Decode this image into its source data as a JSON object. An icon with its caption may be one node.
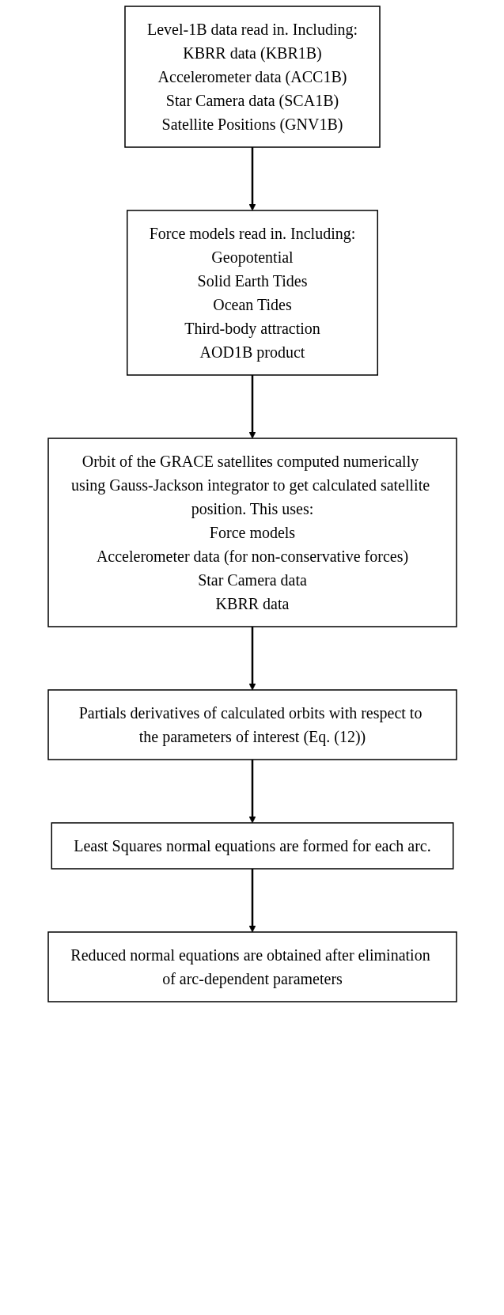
{
  "diagram": {
    "nodes": [
      {
        "text": [
          "Level-1B data read in. Including:",
          "KBRR data (KBR1B)",
          "Accelerometer data (ACC1B)",
          "Star Camera data (SCA1B)",
          "Satellite Positions (GNV1B)"
        ]
      },
      {
        "text": [
          "Force models read in. Including:",
          "Geopotential",
          "Solid Earth Tides",
          "Ocean Tides",
          "Third-body attraction",
          "AOD1B product"
        ]
      },
      {
        "text": [
          "Orbit of the GRACE satellites computed numerically using Gauss-Jackson integrator to get calculated satellite position. This uses:",
          "Force models",
          "Accelerometer data (for non-conservative forces)",
          "Star Camera data",
          "KBRR data"
        ]
      },
      {
        "text": [
          "Partials derivatives of calculated orbits with respect to the parameters of interest (Eq. (12))"
        ]
      },
      {
        "text": [
          "Least Squares normal equations are formed for each arc."
        ]
      },
      {
        "text": [
          "Reduced normal equations are obtained after elimination of arc-dependent parameters"
        ]
      }
    ],
    "edges": [
      {
        "from": 0,
        "to": 1,
        "arrow": "to"
      },
      {
        "from": 1,
        "to": 2,
        "arrow": "to"
      },
      {
        "from": 2,
        "to": 3,
        "arrow": "to"
      },
      {
        "from": 3,
        "to": 4,
        "arrow": "to"
      },
      {
        "from": 4,
        "to": 5,
        "arrow": "to"
      }
    ]
  }
}
